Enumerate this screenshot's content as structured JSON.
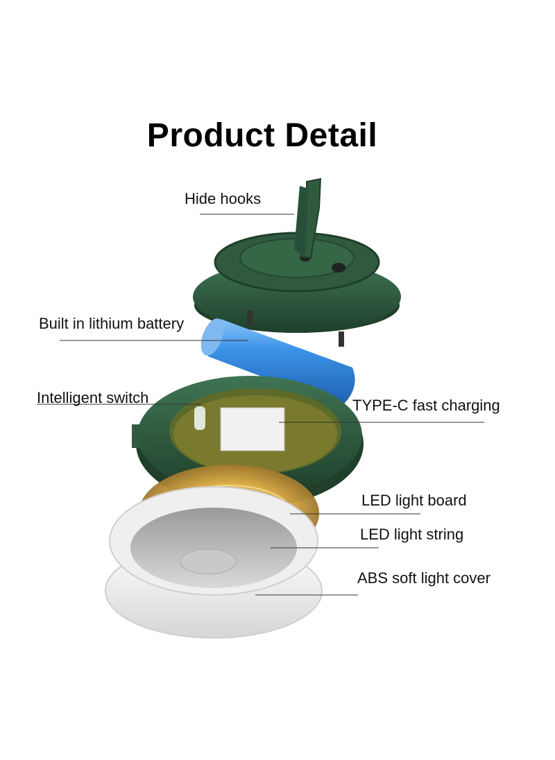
{
  "title": "Product Detail",
  "labels": {
    "hide_hooks": "Hide hooks",
    "battery": "Built in lithium battery",
    "switch": "Intelligent switch",
    "typec": "TYPE-C fast charging",
    "led_board": "LED light board",
    "led_string": "LED light string",
    "cover": "ABS soft light cover"
  },
  "colors": {
    "shell_green": "#2f5a3e",
    "shell_dark": "#1f3f2b",
    "battery_blue": "#2f86e0",
    "glow": "#e0a93a",
    "cover_white": "#f1f1f1"
  }
}
